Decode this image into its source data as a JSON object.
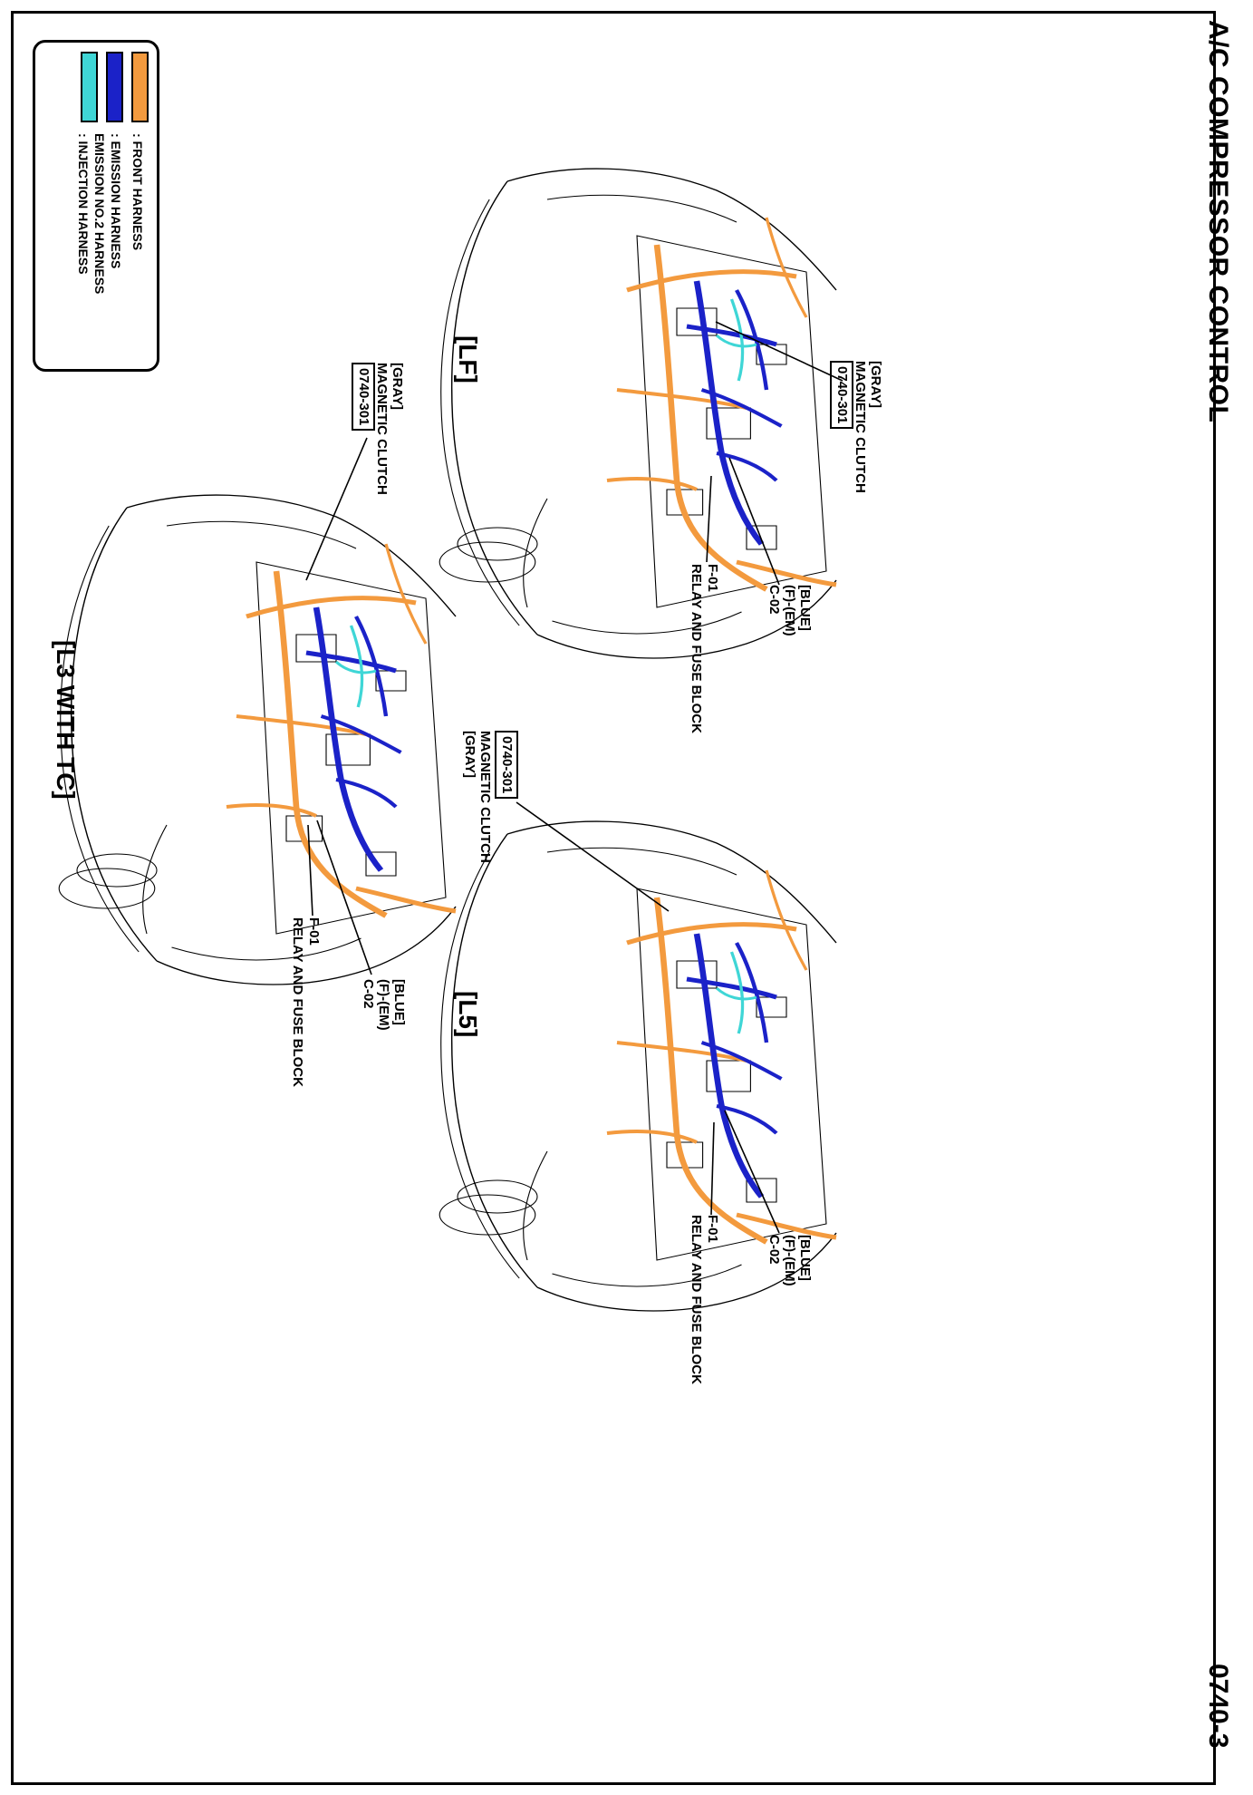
{
  "header": {
    "title": "A/C COMPRESSOR CONTROL",
    "page_number": "0740-3"
  },
  "legend": {
    "items": [
      {
        "label": ": FRONT HARNESS",
        "color": "#f39a3e"
      },
      {
        "label": ": EMISSION HARNESS",
        "color": "#1b22c8"
      },
      {
        "label": "EMISSION NO.2 HARNESS",
        "color": "#1b22c8"
      },
      {
        "label": ": INJECTION HARNESS",
        "color": "#3fd6d6"
      }
    ]
  },
  "views": {
    "lf": {
      "tag": "[LF]",
      "magnetic_clutch": {
        "color": "[GRAY]",
        "name": "MAGNETIC CLUTCH",
        "code": "0740-301"
      },
      "connector_c02": {
        "color": "[BLUE]",
        "name": "(F)-(EM)",
        "code": "C-02"
      },
      "connector_f01": {
        "code": "F-01",
        "name": "RELAY AND FUSE BLOCK"
      }
    },
    "l5": {
      "tag": "[L5]",
      "magnetic_clutch": {
        "code": "0740-301",
        "name": "MAGNETIC CLUTCH",
        "color": "[GRAY]"
      },
      "connector_c02": {
        "color": "[BLUE]",
        "name": "(F)-(EM)",
        "code": "C-02"
      },
      "connector_f01": {
        "code": "F-01",
        "name": "RELAY AND FUSE BLOCK"
      }
    },
    "l3tc": {
      "tag": "[L3 WITH TC]",
      "magnetic_clutch": {
        "color": "[GRAY]",
        "name": "MAGNETIC CLUTCH",
        "code": "0740-301"
      },
      "connector_c02": {
        "color": "[BLUE]",
        "name": "(F)-(EM)",
        "code": "C-02"
      },
      "connector_f01": {
        "code": "F-01",
        "name": "RELAY AND FUSE BLOCK"
      }
    }
  },
  "colors": {
    "front_harness": "#f39a3e",
    "emission_harness": "#1b22c8",
    "injection_harness": "#3fd6d6",
    "outline": "#000000"
  }
}
